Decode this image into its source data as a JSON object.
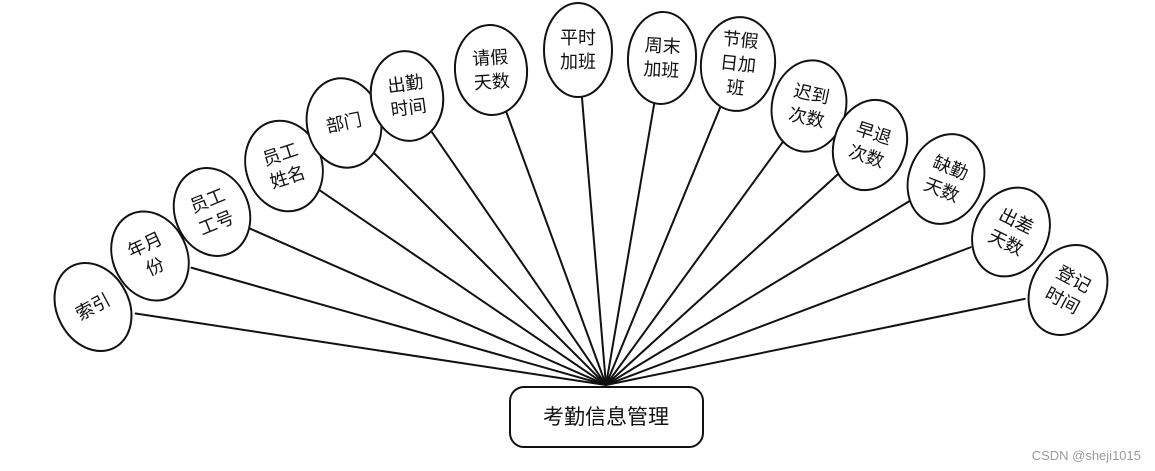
{
  "entity": {
    "label": "考勤信息管理"
  },
  "attributes": [
    {
      "id": "index",
      "lines": [
        "索引"
      ]
    },
    {
      "id": "year-month",
      "lines": [
        "年月",
        "份"
      ]
    },
    {
      "id": "employee-id",
      "lines": [
        "员工",
        "工号"
      ]
    },
    {
      "id": "employee-name",
      "lines": [
        "员工",
        "姓名"
      ]
    },
    {
      "id": "department",
      "lines": [
        "部门"
      ]
    },
    {
      "id": "attendance-time",
      "lines": [
        "出勤",
        "时间"
      ]
    },
    {
      "id": "leave-days",
      "lines": [
        "请假",
        "天数"
      ]
    },
    {
      "id": "weekday-overtime",
      "lines": [
        "平时",
        "加班"
      ]
    },
    {
      "id": "weekend-overtime",
      "lines": [
        "周末",
        "加班"
      ]
    },
    {
      "id": "holiday-overtime",
      "lines": [
        "节假",
        "日加",
        "班"
      ]
    },
    {
      "id": "late-count",
      "lines": [
        "迟到",
        "次数"
      ]
    },
    {
      "id": "early-leave-count",
      "lines": [
        "早退",
        "次数"
      ]
    },
    {
      "id": "absence-days",
      "lines": [
        "缺勤",
        "天数"
      ]
    },
    {
      "id": "business-trip-days",
      "lines": [
        "出差",
        "天数"
      ]
    },
    {
      "id": "registration-time",
      "lines": [
        "登记",
        "时间"
      ]
    }
  ],
  "watermark": "CSDN @sheji1015"
}
